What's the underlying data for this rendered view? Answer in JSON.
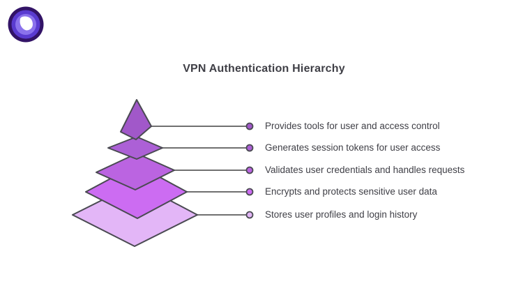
{
  "logo": {
    "name": "vpn-brand-logo",
    "outer_color": "#321366",
    "mid_color": "#5a3bd0",
    "inner_color": "#8b72ec",
    "core_color": "#ffffff"
  },
  "title": "VPN Authentication Hierarchy",
  "pyramid": {
    "stroke_color": "#4a4a52",
    "connector_color": "#707070",
    "levels": [
      {
        "label": "Provides tools for user and access control",
        "color": "#a158c9"
      },
      {
        "label": "Generates session tokens for user access",
        "color": "#ac60d6"
      },
      {
        "label": "Validates user credentials and handles requests",
        "color": "#bb64e1"
      },
      {
        "label": "Encrypts and protects sensitive user data",
        "color": "#cc6cf2"
      },
      {
        "label": "Stores user profiles and login history",
        "color": "#e3b6f7"
      }
    ]
  }
}
